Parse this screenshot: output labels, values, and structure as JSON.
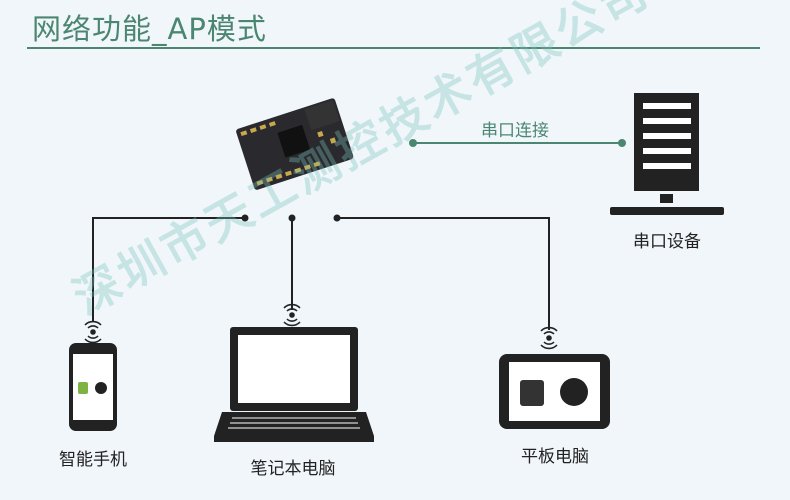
{
  "title": "网络功能_AP模式",
  "watermark": "深圳市天工测控技术有限公司",
  "serial_link_label": "串口连接",
  "devices": {
    "serial_device": "串口设备",
    "phone": "智能手机",
    "laptop": "笔记本电脑",
    "tablet": "平板电脑"
  },
  "colors": {
    "accent": "#4b8770",
    "line": "#222222",
    "background": "#f1f6fb"
  }
}
